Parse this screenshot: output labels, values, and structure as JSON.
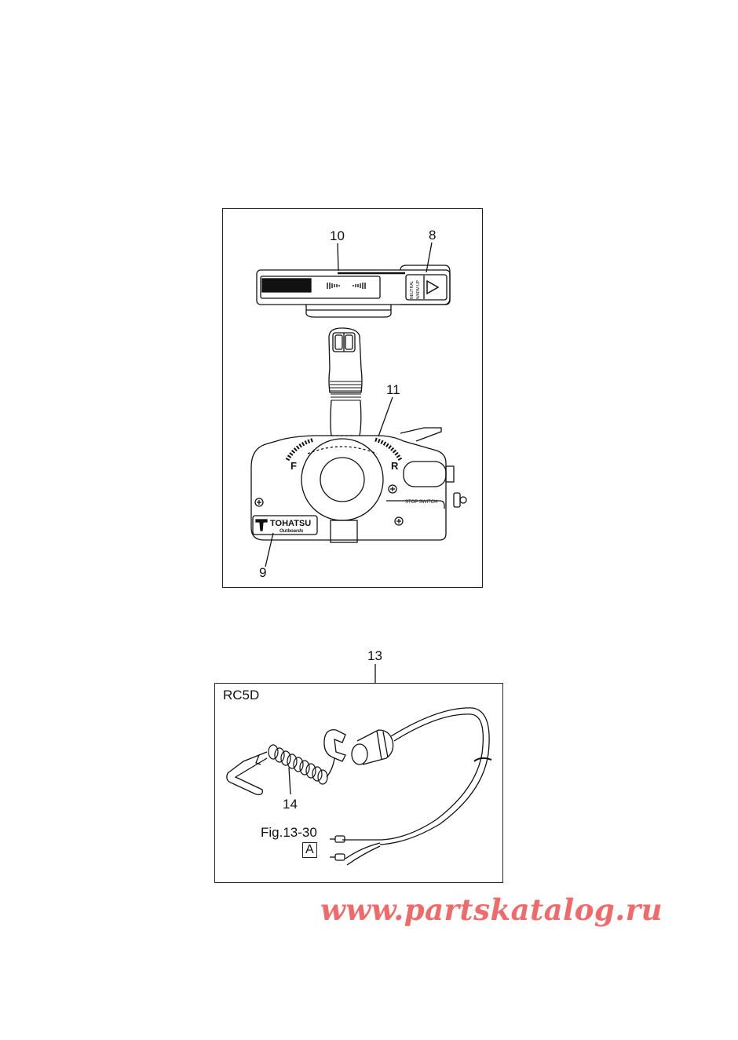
{
  "figure": {
    "callouts": {
      "c10": "10",
      "c8": "8",
      "c11": "11",
      "c9": "9",
      "c13": "13",
      "c14": "14"
    },
    "lever_labels": {
      "forward": "F",
      "reverse": "R",
      "stop_switch": "STOP SWITCH",
      "neutral_warmup": [
        "NEUTRAL",
        "WARM UP"
      ]
    },
    "brand": {
      "name": "TOHATSU",
      "sub": "Outboards"
    },
    "kit": {
      "model": "RC5D",
      "figure_ref": "Fig.13-30",
      "ref_letter": "A"
    }
  },
  "watermark": "www.partskatalog.ru"
}
